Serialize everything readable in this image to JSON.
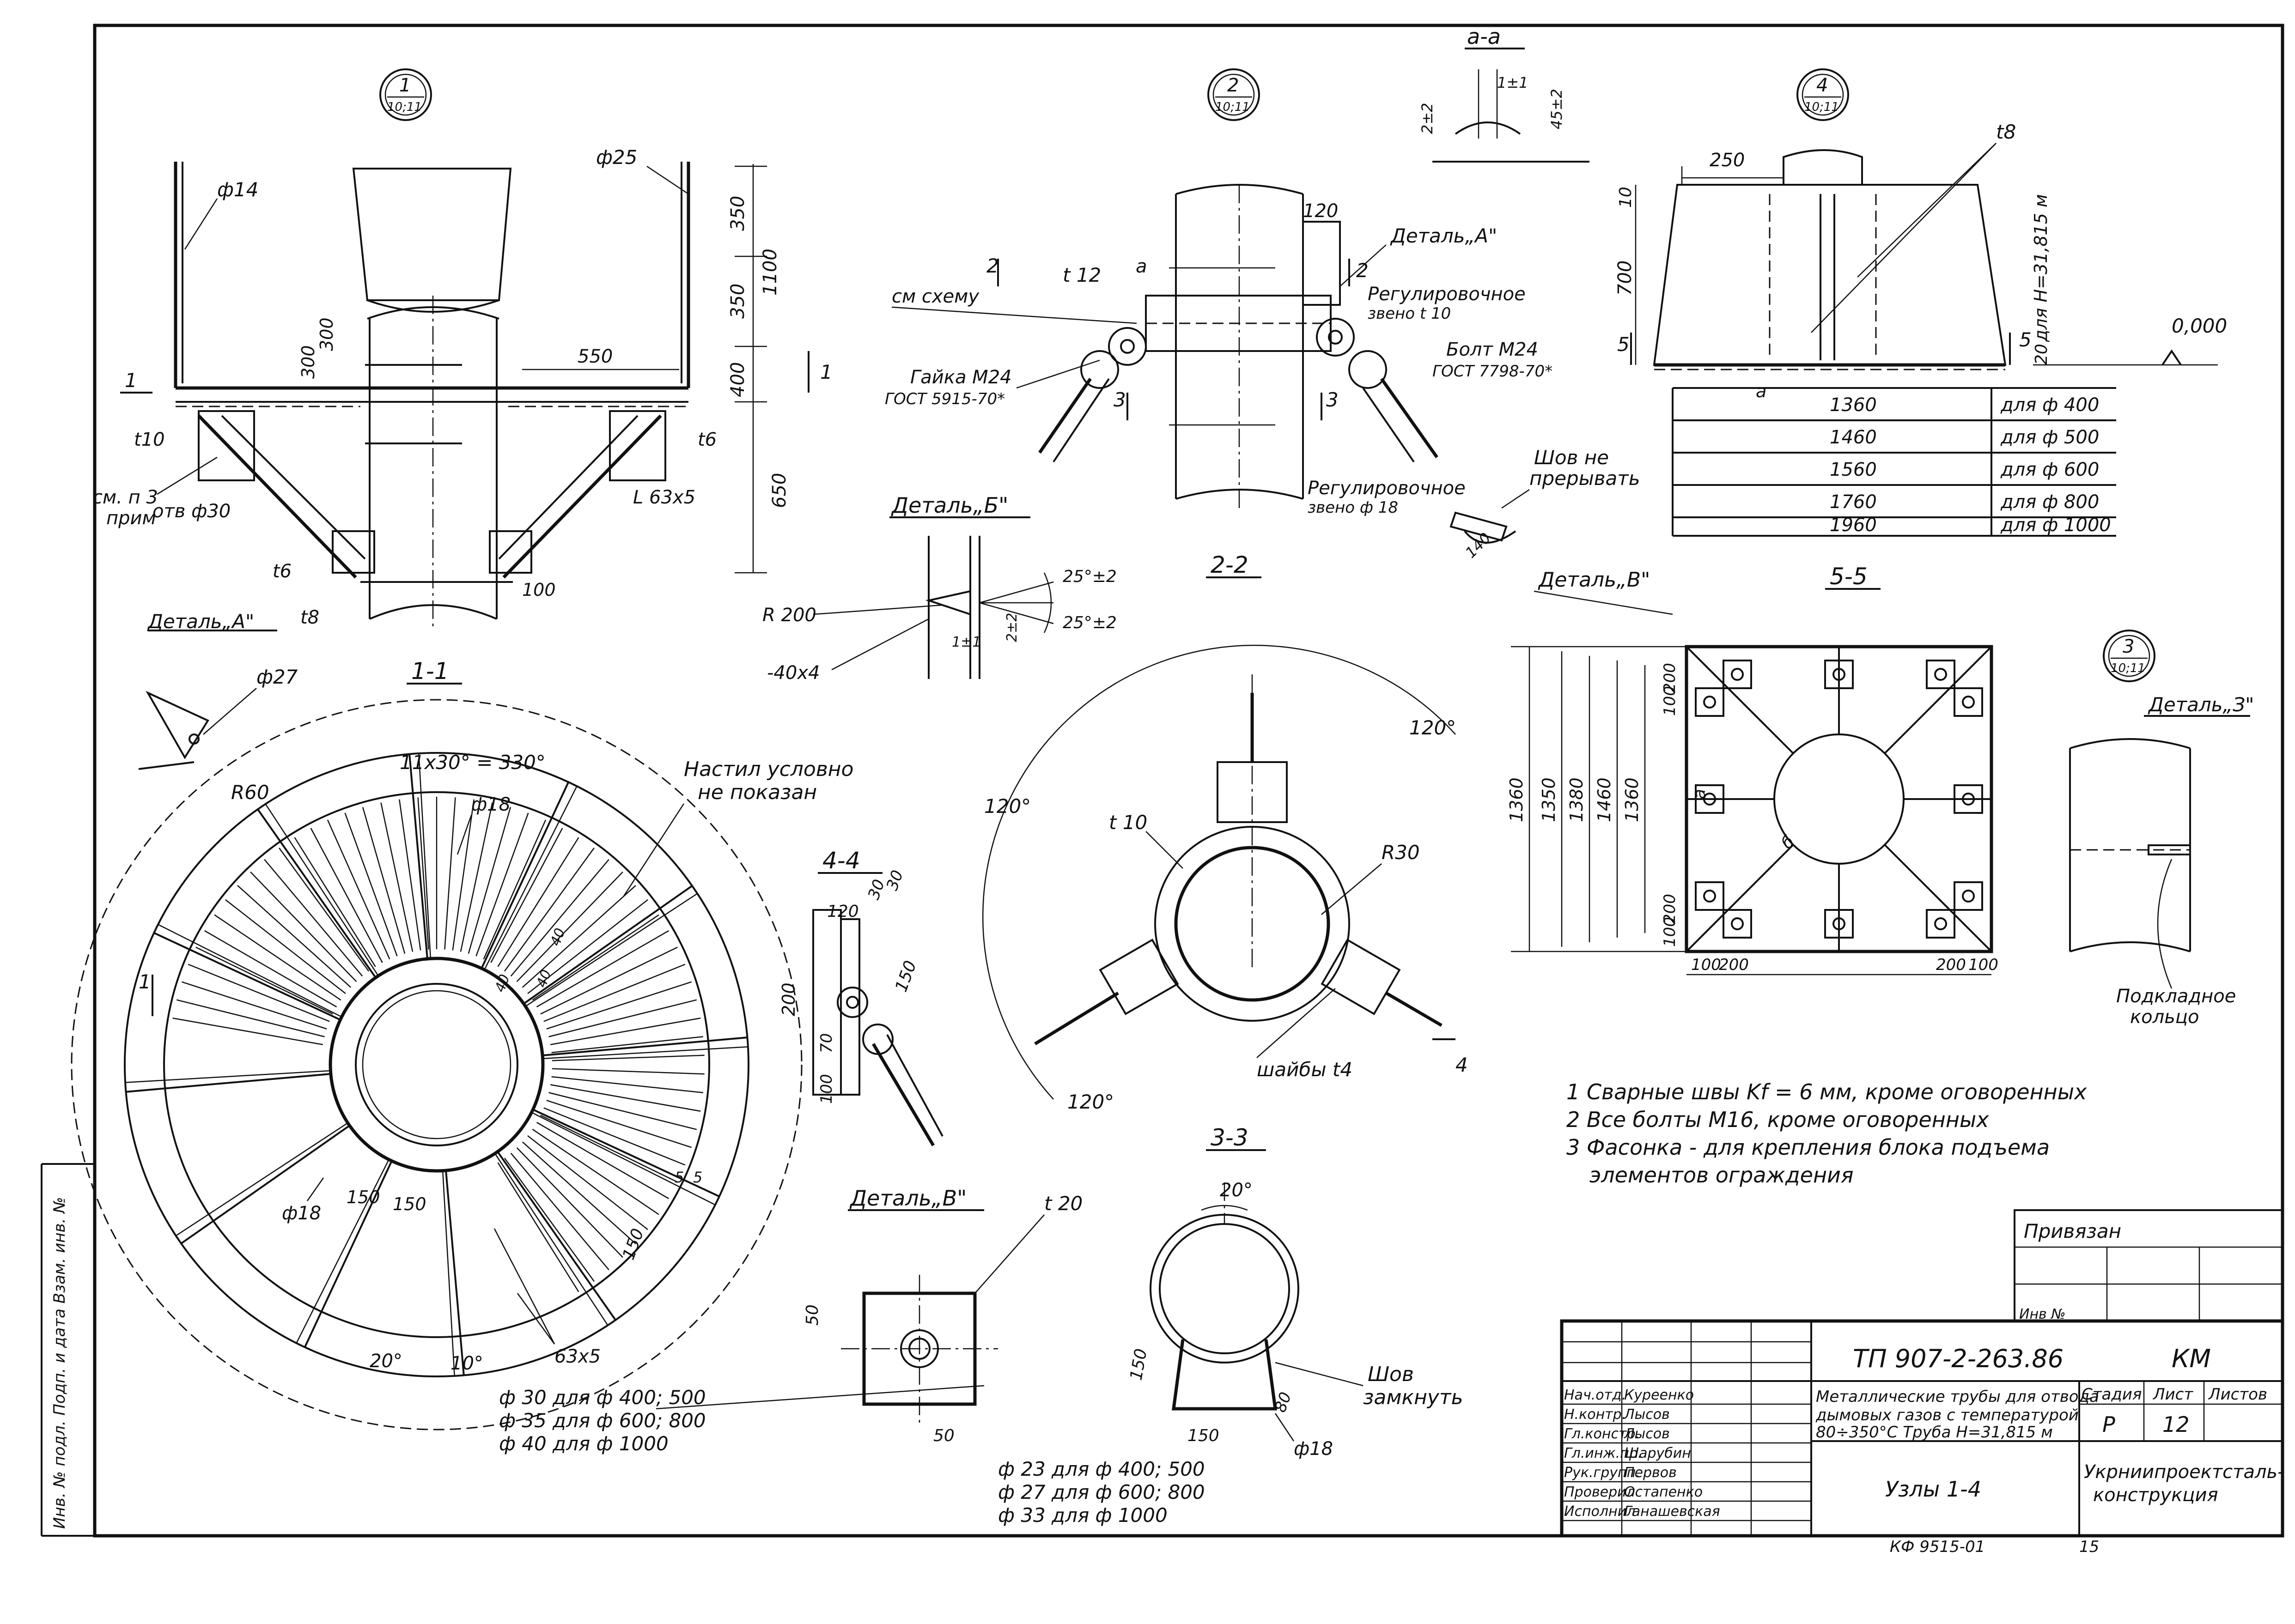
{
  "nodes": {
    "node1": {
      "num": "1",
      "ref": "10;11"
    },
    "node2": {
      "num": "2",
      "ref": "10;11"
    },
    "node3": {
      "num": "3",
      "ref": "10;11"
    },
    "node4": {
      "num": "4",
      "ref": "10;11"
    }
  },
  "sections": {
    "s11": "1-1",
    "s22": "2-2",
    "s33": "3-3",
    "s44": "4-4",
    "s55": "5-5",
    "saa": "a-a",
    "detA": "Деталь„А\"",
    "detB": "Деталь„Б\"",
    "detV1": "Деталь„В\"",
    "detV2": "Деталь„В\"",
    "detA2": "Деталь„А\"",
    "det3": "Деталь„З\""
  },
  "view1": {
    "phi14": "ф14",
    "phi25": "ф25",
    "d350a": "350",
    "d350b": "350",
    "d1100": "1100",
    "d400": "400",
    "d300a": "300",
    "d300b": "300",
    "d550": "550",
    "d650": "650",
    "d100": "100",
    "t10": "t10",
    "t6a": "t6",
    "t6b": "t6",
    "t8": "t8",
    "l63": "L 63x5",
    "see": "см. п 3",
    "prim": "прим",
    "hole": "отв ф30",
    "n1a": "1",
    "n1b": "1"
  },
  "view2": {
    "t12": "t 12",
    "d120": "120",
    "seeScheme": "см схему",
    "nut1": "Гайка М24",
    "nut2": "ГОСТ 5915-70*",
    "reg1": "Регулировочное",
    "reg2": "звено t 10",
    "bolt1": "Болт М24",
    "bolt2": "ГОСТ 7798-70*",
    "reg3": "Регулировочное",
    "reg4": "звено ф 18",
    "n2a": "2",
    "n2b": "2",
    "n3a": "3",
    "n3b": "3",
    "a": "а"
  },
  "viewAA": {
    "d2a": "2±2",
    "d1": "1±1",
    "d2b": "45±2"
  },
  "view4": {
    "d250": "250",
    "t8": "t8",
    "d10": "10",
    "d700": "700",
    "d20": "20",
    "elev1": "для H=31,815 м",
    "zero": "0,000",
    "n5a": "5",
    "n5b": "5",
    "a": "а"
  },
  "table": {
    "rows": [
      {
        "len": "1360",
        "dia": "для ф 400"
      },
      {
        "len": "1460",
        "dia": "для ф 500"
      },
      {
        "len": "1560",
        "dia": "для ф 600"
      },
      {
        "len": "1760",
        "dia": "для ф 800"
      },
      {
        "len": "1960",
        "dia": "для ф 1000"
      }
    ]
  },
  "detB": {
    "seam1": "Шов не",
    "seam2": "прерывать",
    "d140": "140",
    "ang1": "25°±2",
    "ang2": "25°±2",
    "r200": "R 200",
    "flat": "-40x4",
    "t1": "1±1",
    "t2": "2±2"
  },
  "plan": {
    "phi27": "ф27",
    "r60": "R60",
    "angle": "11x30° = 330°",
    "deck1": "Настил условно",
    "deck2": "не показан",
    "phi18a": "ф18",
    "phi18b": "ф18",
    "d40a": "40",
    "d40b": "40",
    "d40c": "40",
    "d150a": "150",
    "d150b": "150",
    "d150c": "150",
    "d5a": "5",
    "d5b": "5",
    "a20": "20°",
    "a10": "10°",
    "l63": "63x5",
    "h1": "ф 30 для ф 400; 500",
    "h2": "ф 35 для ф 600; 800",
    "h3": "ф 40 для ф 1000",
    "n1": "1"
  },
  "view33": {
    "a120a": "120°",
    "a120b": "120°",
    "a120c": "120°",
    "t10": "t 10",
    "r30": "R30",
    "washer": "шайбы t4",
    "n4": "4"
  },
  "view44": {
    "d120": "120",
    "d30a": "30",
    "d30b": "30",
    "d150": "150",
    "d200": "200",
    "d70": "70",
    "d100": "100"
  },
  "view55": {
    "d200a": "200",
    "d100a": "100",
    "d1360": "1360",
    "d1350": "1350",
    "d1380": "1380",
    "d1460": "1460",
    "d1360b": "1360",
    "d200b": "200",
    "d100b": "100",
    "b1": "100",
    "b2": "200",
    "b3": "200",
    "b4": "100",
    "a": "а",
    "b": "б"
  },
  "detV": {
    "t20": "t 20",
    "d50a": "50",
    "d50b": "50",
    "h1": "ф 23 для ф 400; 500",
    "h2": "ф 27 для ф 600; 800",
    "h3": "ф 33 для ф 1000"
  },
  "collar": {
    "a20": "20°",
    "d150a": "150",
    "d150b": "150",
    "d80": "80",
    "phi18": "ф18",
    "seam1": "Шов",
    "seam2": "замкнуть"
  },
  "det3": {
    "ring1": "Подкладное",
    "ring2": "кольцо"
  },
  "notes": [
    "1  Сварные швы Kf = 6 мм, кроме оговоренных",
    "2  Все болты М16, кроме оговоренных",
    "3  Фасонка - для крепления блока подъема",
    "элементов ограждения"
  ],
  "stamp": {
    "privyazan": "Привязан",
    "inv": "Инв №",
    "code": "ТП 907-2-263.86",
    "mark": "КМ",
    "roles": [
      "Нач.отд.",
      "Н.контр.",
      "Гл.констр.",
      "Гл.инж.пр.",
      "Рук.групп.",
      "Проверил",
      "Исполнил"
    ],
    "names": [
      "Куреенко",
      "Лысов",
      "Лысов",
      "Шарубин",
      "Первов",
      "Остапенко",
      "Ганашевская"
    ],
    "title1": "Металлические трубы для отвода",
    "title2": "дымовых газов с температурой",
    "title3": "80÷350°С  Труба  Н=31,815 м",
    "stageH": "Стадия",
    "sheetH": "Лист",
    "sheetsH": "Листов",
    "stage": "Р",
    "sheet": "12",
    "nodes": "Узлы  1-4",
    "org1": "Укрниипроектсталь-",
    "org2": "конструкция",
    "kf": "КФ 9515-01",
    "fmt": "15"
  },
  "margin": "Инв. № подл.   Подп. и дата   Взам. инв. №"
}
